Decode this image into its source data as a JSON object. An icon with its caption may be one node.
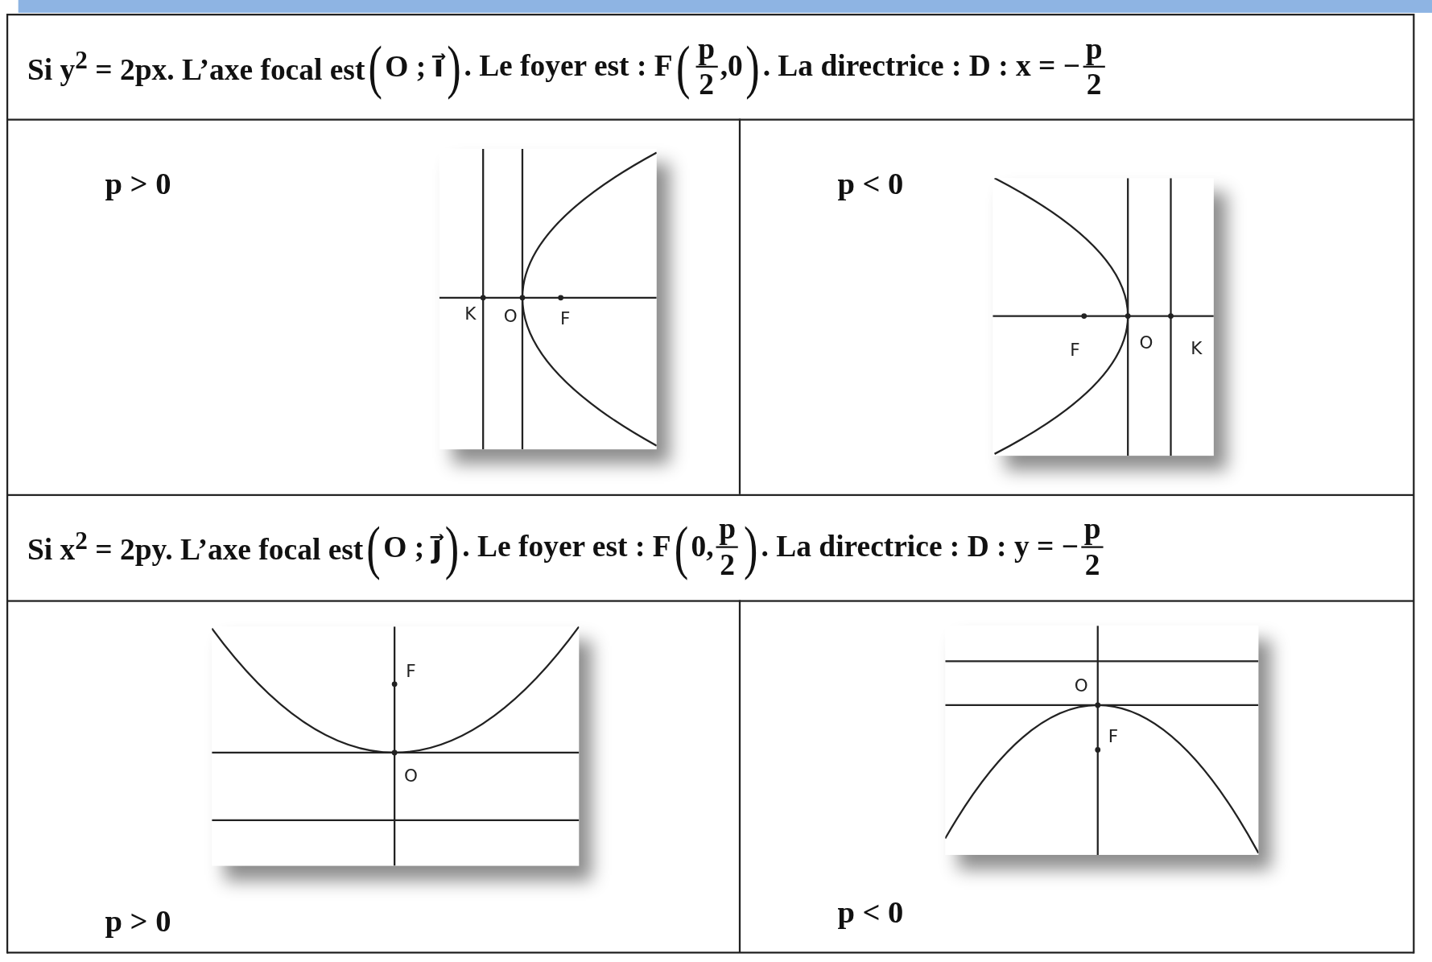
{
  "diagram": {
    "labels": [
      "Si y$^{2}$ = 2px. L’axe focal est",
      "(",
      "O ; i⃗",
      ")",
      ". Le foyer est : F",
      "(",
      "p",
      "2",
      ",0",
      ")",
      ". La directrice : D : x = −",
      "p",
      "2",
      "p > 0",
      "K",
      "O",
      "F",
      "p < 0",
      "F",
      "O",
      "K",
      "Si x$^{2}$ = 2py. L’axe focal est",
      "(",
      "O ; j⃗",
      ")",
      ". Le foyer est : F",
      "(",
      "0,",
      "p",
      "2",
      ")",
      ". La directrice : D : y = −",
      "p",
      "2",
      "F",
      "O",
      "O",
      "F",
      "p > 0",
      "p < 0"
    ]
  }
}
